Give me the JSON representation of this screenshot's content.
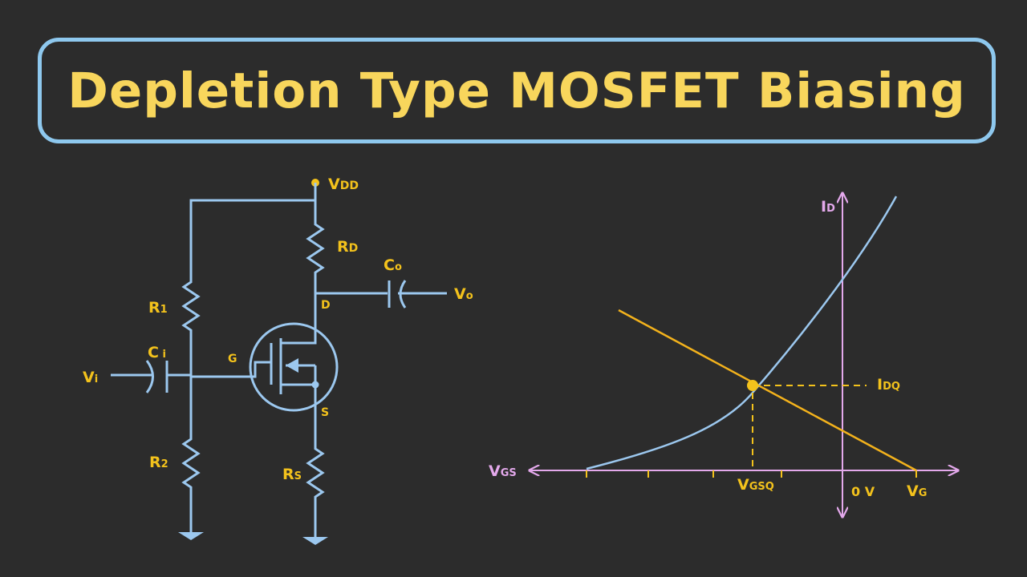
{
  "title": "Depletion Type MOSFET Biasing",
  "colors": {
    "background": "#2c2c2c",
    "circuit": "#9cc8ef",
    "label": "#f3c21c",
    "title": "#f8d65c",
    "axis": "#e4a9ec",
    "bias_line": "#f3b21c"
  },
  "circuit": {
    "vdd": {
      "main": "V",
      "sub": "DD"
    },
    "rd": {
      "main": "R",
      "sub": "D"
    },
    "r1": {
      "main": "R",
      "sub": "1"
    },
    "r2": {
      "main": "R",
      "sub": "2"
    },
    "rs": {
      "main": "R",
      "sub": "S"
    },
    "co": {
      "main": "C",
      "sub": "o"
    },
    "ci": {
      "main": "C",
      "sub": " i"
    },
    "vo": {
      "main": "V",
      "sub": "o"
    },
    "vi": {
      "main": "V",
      "sub": "i"
    },
    "drain": "D",
    "gate": "G",
    "source": "S"
  },
  "graph": {
    "id": {
      "main": "I",
      "sub": "D"
    },
    "vgs": {
      "main": "V",
      "sub": "GS"
    },
    "idq": {
      "main": "I",
      "sub": "DQ"
    },
    "vgsq": {
      "main": "V",
      "sub": "GSQ"
    },
    "zero": "0 V",
    "vg": {
      "main": "V",
      "sub": "G"
    }
  }
}
